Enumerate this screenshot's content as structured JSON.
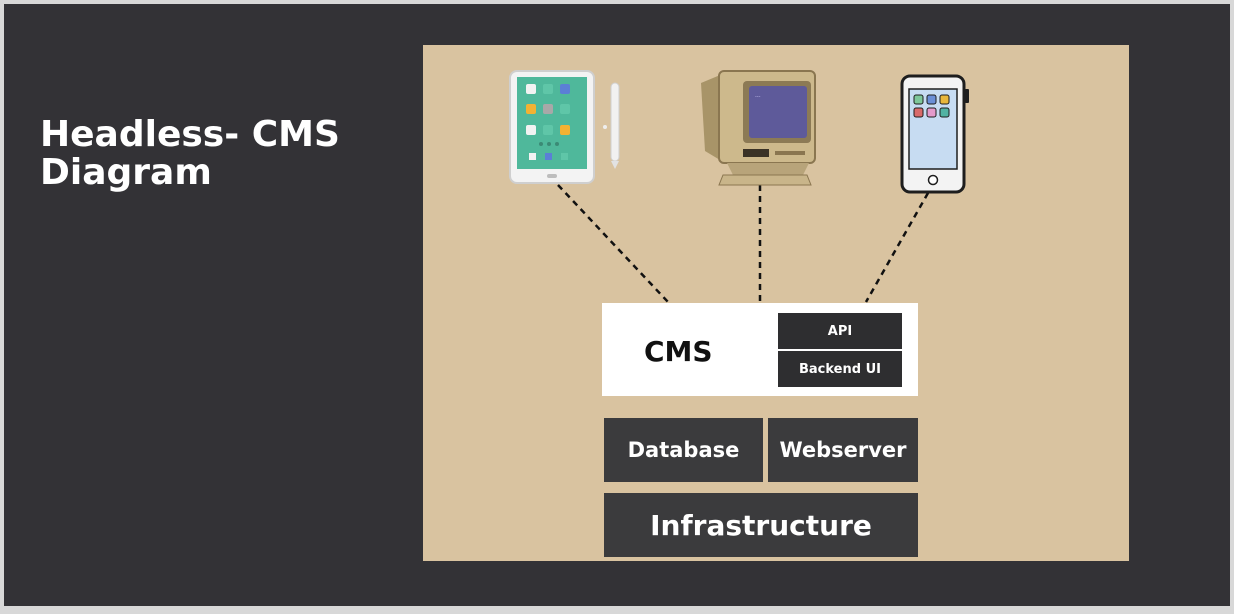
{
  "slide": {
    "title": "Headless- CMS Diagram"
  },
  "diagram": {
    "cms": {
      "label": "CMS",
      "api_label": "API",
      "backend_label": "Backend UI"
    },
    "database_label": "Database",
    "webserver_label": "Webserver",
    "infrastructure_label": "Infrastructure",
    "devices": [
      "tablet-icon",
      "desktop-monitor-icon",
      "smartphone-icon"
    ],
    "colors": {
      "slide_background": "#333236",
      "panel_background": "#d9c3a0",
      "cms_box": "#ffffff",
      "dark_blocks": "#3b3b3d"
    }
  }
}
